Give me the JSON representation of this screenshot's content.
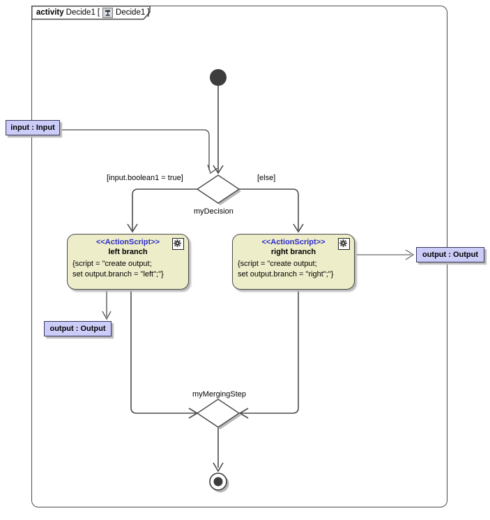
{
  "frame": {
    "keyword": "activity",
    "activity_name": "Decide1",
    "open_bracket": "[",
    "diagram_name": "Decide1",
    "close_bracket": "]",
    "tab_icon": "activity-diagram-icon"
  },
  "pins": {
    "input": "input : Input",
    "output_left": "output : Output",
    "output_right": "output : Output"
  },
  "decision": {
    "name": "myDecision",
    "guard_true": "[input.boolean1 = true]",
    "guard_else": "[else]"
  },
  "merge": {
    "name": "myMergingStep"
  },
  "actions": {
    "left": {
      "stereotype": "<<ActionScript>>",
      "name": "left branch",
      "script_line1": "{script = \"create output;",
      "script_line2": "set output.branch = \"left\";\"}",
      "corner_icon": "gear-icon"
    },
    "right": {
      "stereotype": "<<ActionScript>>",
      "name": "right branch",
      "script_line1": "{script = \"create output;",
      "script_line2": "set output.branch = \"right\";\"}",
      "corner_icon": "gear-icon"
    }
  },
  "colors": {
    "action_fill": "#EDEDC9",
    "pin_fill": "#CCCCF8",
    "stereotype_blue": "#2B2BC8",
    "line": "#4A4A4A",
    "shadow": "#B8B8B8",
    "node_dark": "#3D3D3D"
  }
}
